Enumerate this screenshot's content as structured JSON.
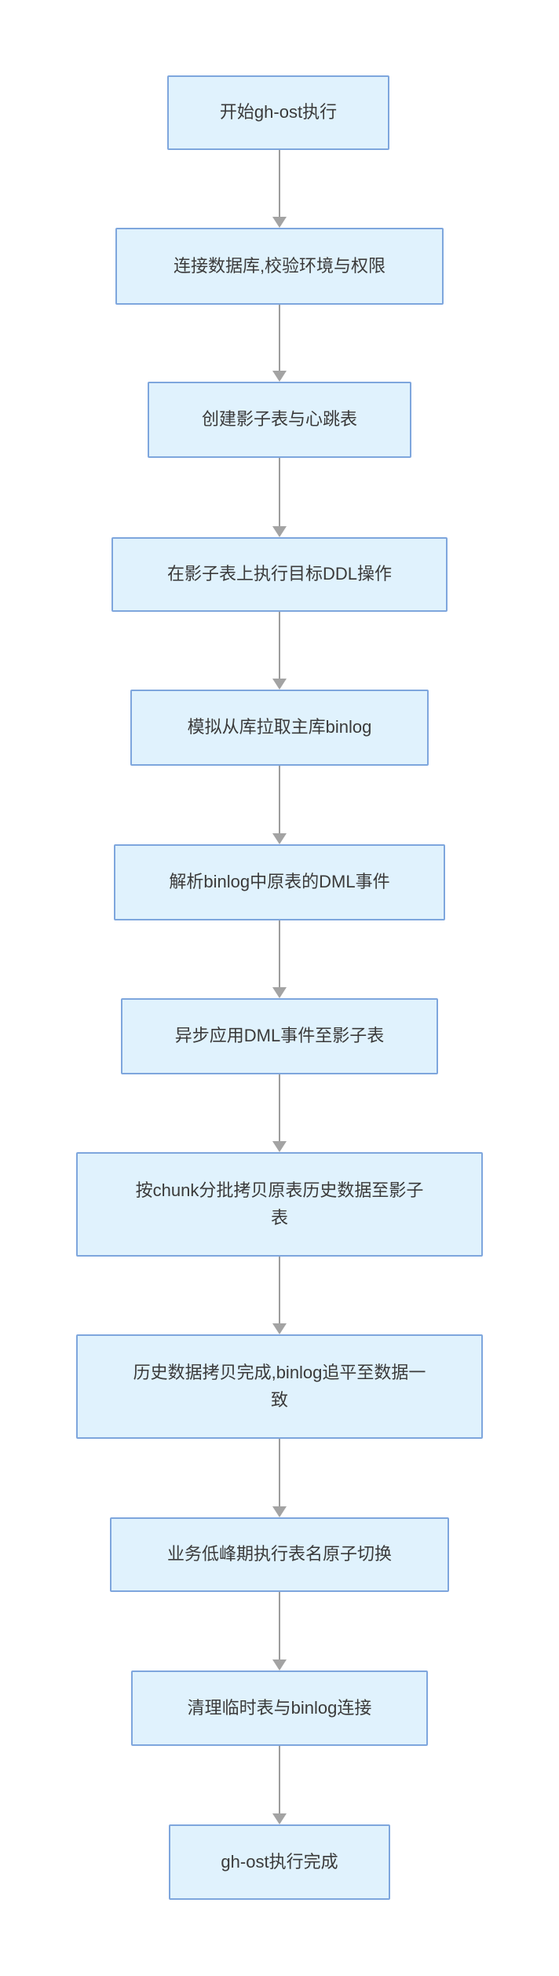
{
  "diagram": {
    "type": "flowchart",
    "direction": "top-down",
    "nodes": [
      {
        "label": "开始gh-ost执行"
      },
      {
        "label": "连接数据库,校验环境与权限"
      },
      {
        "label": "创建影子表与心跳表"
      },
      {
        "label": "在影子表上执行目标DDL操作"
      },
      {
        "label": "模拟从库拉取主库binlog"
      },
      {
        "label": "解析binlog中原表的DML事件"
      },
      {
        "label": "异步应用DML事件至影子表"
      },
      {
        "label": "按chunk分批拷贝原表历史数据至影子表"
      },
      {
        "label": "历史数据拷贝完成,binlog追平至数据一致"
      },
      {
        "label": "业务低峰期执行表名原子切换"
      },
      {
        "label": "清理临时表与binlog连接"
      },
      {
        "label": "gh-ost执行完成"
      }
    ],
    "colors": {
      "node_fill": "#e0f2fd",
      "node_border": "#7ea6dd",
      "arrow": "#9c9c9c",
      "text": "#3a3a3a",
      "background": "#ffffff"
    }
  }
}
